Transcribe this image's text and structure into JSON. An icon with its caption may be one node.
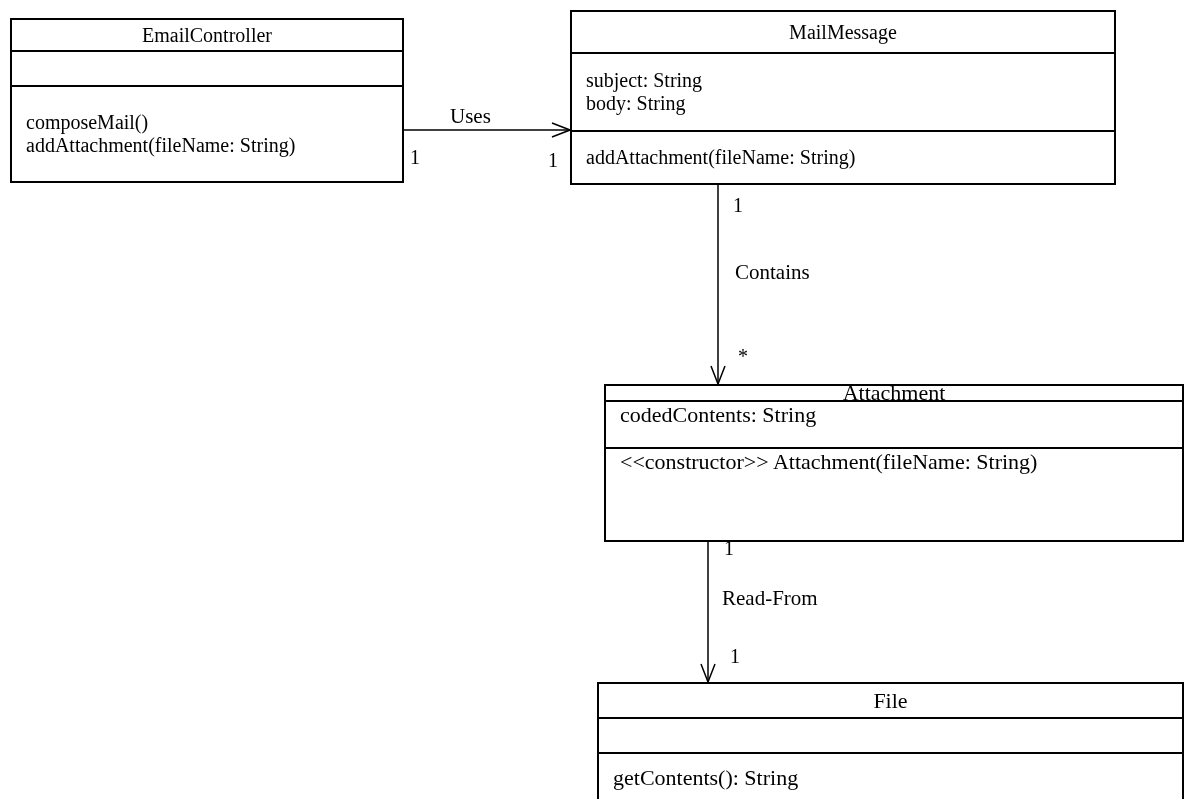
{
  "diagram": {
    "nodes": [
      {
        "text": [
          "EmailController",
          "composeMail()",
          "addAttachment(fileName: String)"
        ]
      },
      {
        "text": [
          "MailMessage",
          "subject: String",
          "body: String",
          "addAttachment(fileName: String)"
        ]
      },
      {
        "text": [
          "Attachment",
          "codedContents: String",
          "<<constructor>> Attachment(fileName: String)"
        ]
      },
      {
        "text": [
          "File",
          "getContents(): String"
        ]
      }
    ],
    "edges": [
      {
        "from": 0,
        "to": 1,
        "arrow": "to",
        "label": "Uses"
      },
      {
        "from": 1,
        "to": 2,
        "arrow": "to",
        "label": "Contains"
      },
      {
        "from": 2,
        "to": 3,
        "arrow": "to",
        "label": "Read-From"
      }
    ],
    "labels": [
      "1",
      "1",
      "1",
      "*",
      "1",
      "1"
    ]
  }
}
